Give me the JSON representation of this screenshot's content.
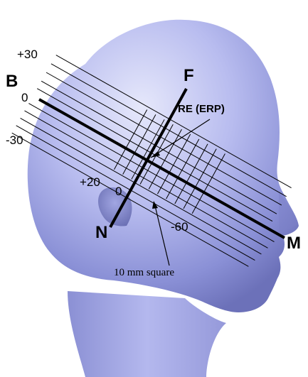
{
  "labels": {
    "point_b": "B",
    "point_f": "F",
    "point_n": "N",
    "point_m": "M",
    "re_erp": "RE (ERP)",
    "square_note": "10 mm square",
    "tick_plus30": "+30",
    "tick_zero_left": "0",
    "tick_minus30": "-30",
    "tick_plus20": "+20",
    "tick_zero_vertical": "0",
    "tick_minus60": "-60"
  },
  "colors": {
    "head_light": "#d9dcf7",
    "head_mid": "#a7ace6",
    "head_dark": "#6b70b8",
    "line": "#000000"
  }
}
